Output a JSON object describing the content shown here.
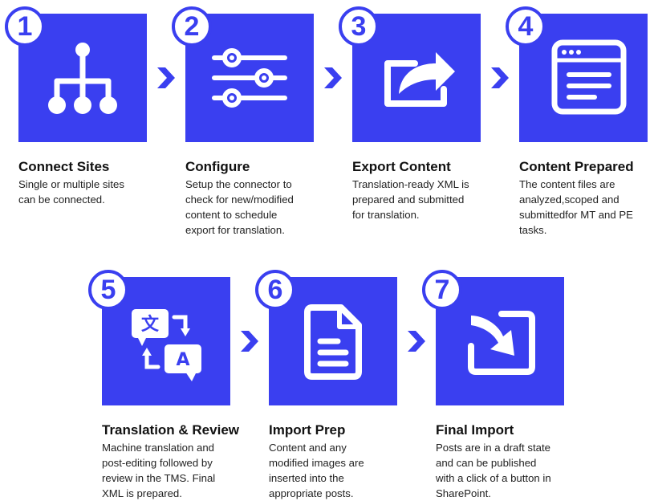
{
  "colors": {
    "tile": "#3a3ff0",
    "badge_border": "#3a3ff0",
    "text": "#1a1a1a"
  },
  "steps": [
    {
      "number": "1",
      "icon": "sitemap-icon",
      "title": "Connect Sites",
      "lines": [
        "Single or multiple sites",
        "can be connected."
      ]
    },
    {
      "number": "2",
      "icon": "sliders-icon",
      "title": "Configure",
      "lines": [
        "Setup the connector to",
        "check for new/modified",
        "content to schedule",
        "export for translation."
      ]
    },
    {
      "number": "3",
      "icon": "export-share-icon",
      "title": "Export Content",
      "lines": [
        "Translation-ready XML is",
        "prepared and submitted",
        "for translation."
      ]
    },
    {
      "number": "4",
      "icon": "browser-window-icon",
      "title": "Content Prepared",
      "lines": [
        "The content files are",
        "analyzed,scoped and",
        "submittedfor MT and PE",
        "tasks."
      ]
    },
    {
      "number": "5",
      "icon": "translate-icon",
      "title": "Translation & Review",
      "lines": [
        "Machine translation and",
        "post-editing followed by",
        "review in the TMS. Final",
        "XML is prepared."
      ]
    },
    {
      "number": "6",
      "icon": "document-icon",
      "title": "Import Prep",
      "lines": [
        "Content and any",
        "modified images are",
        "inserted into the",
        "appropriate posts."
      ]
    },
    {
      "number": "7",
      "icon": "import-icon",
      "title": "Final Import",
      "lines": [
        "Posts are in a draft state",
        "and can be published",
        "with a click of a button in",
        "SharePoint."
      ]
    }
  ]
}
